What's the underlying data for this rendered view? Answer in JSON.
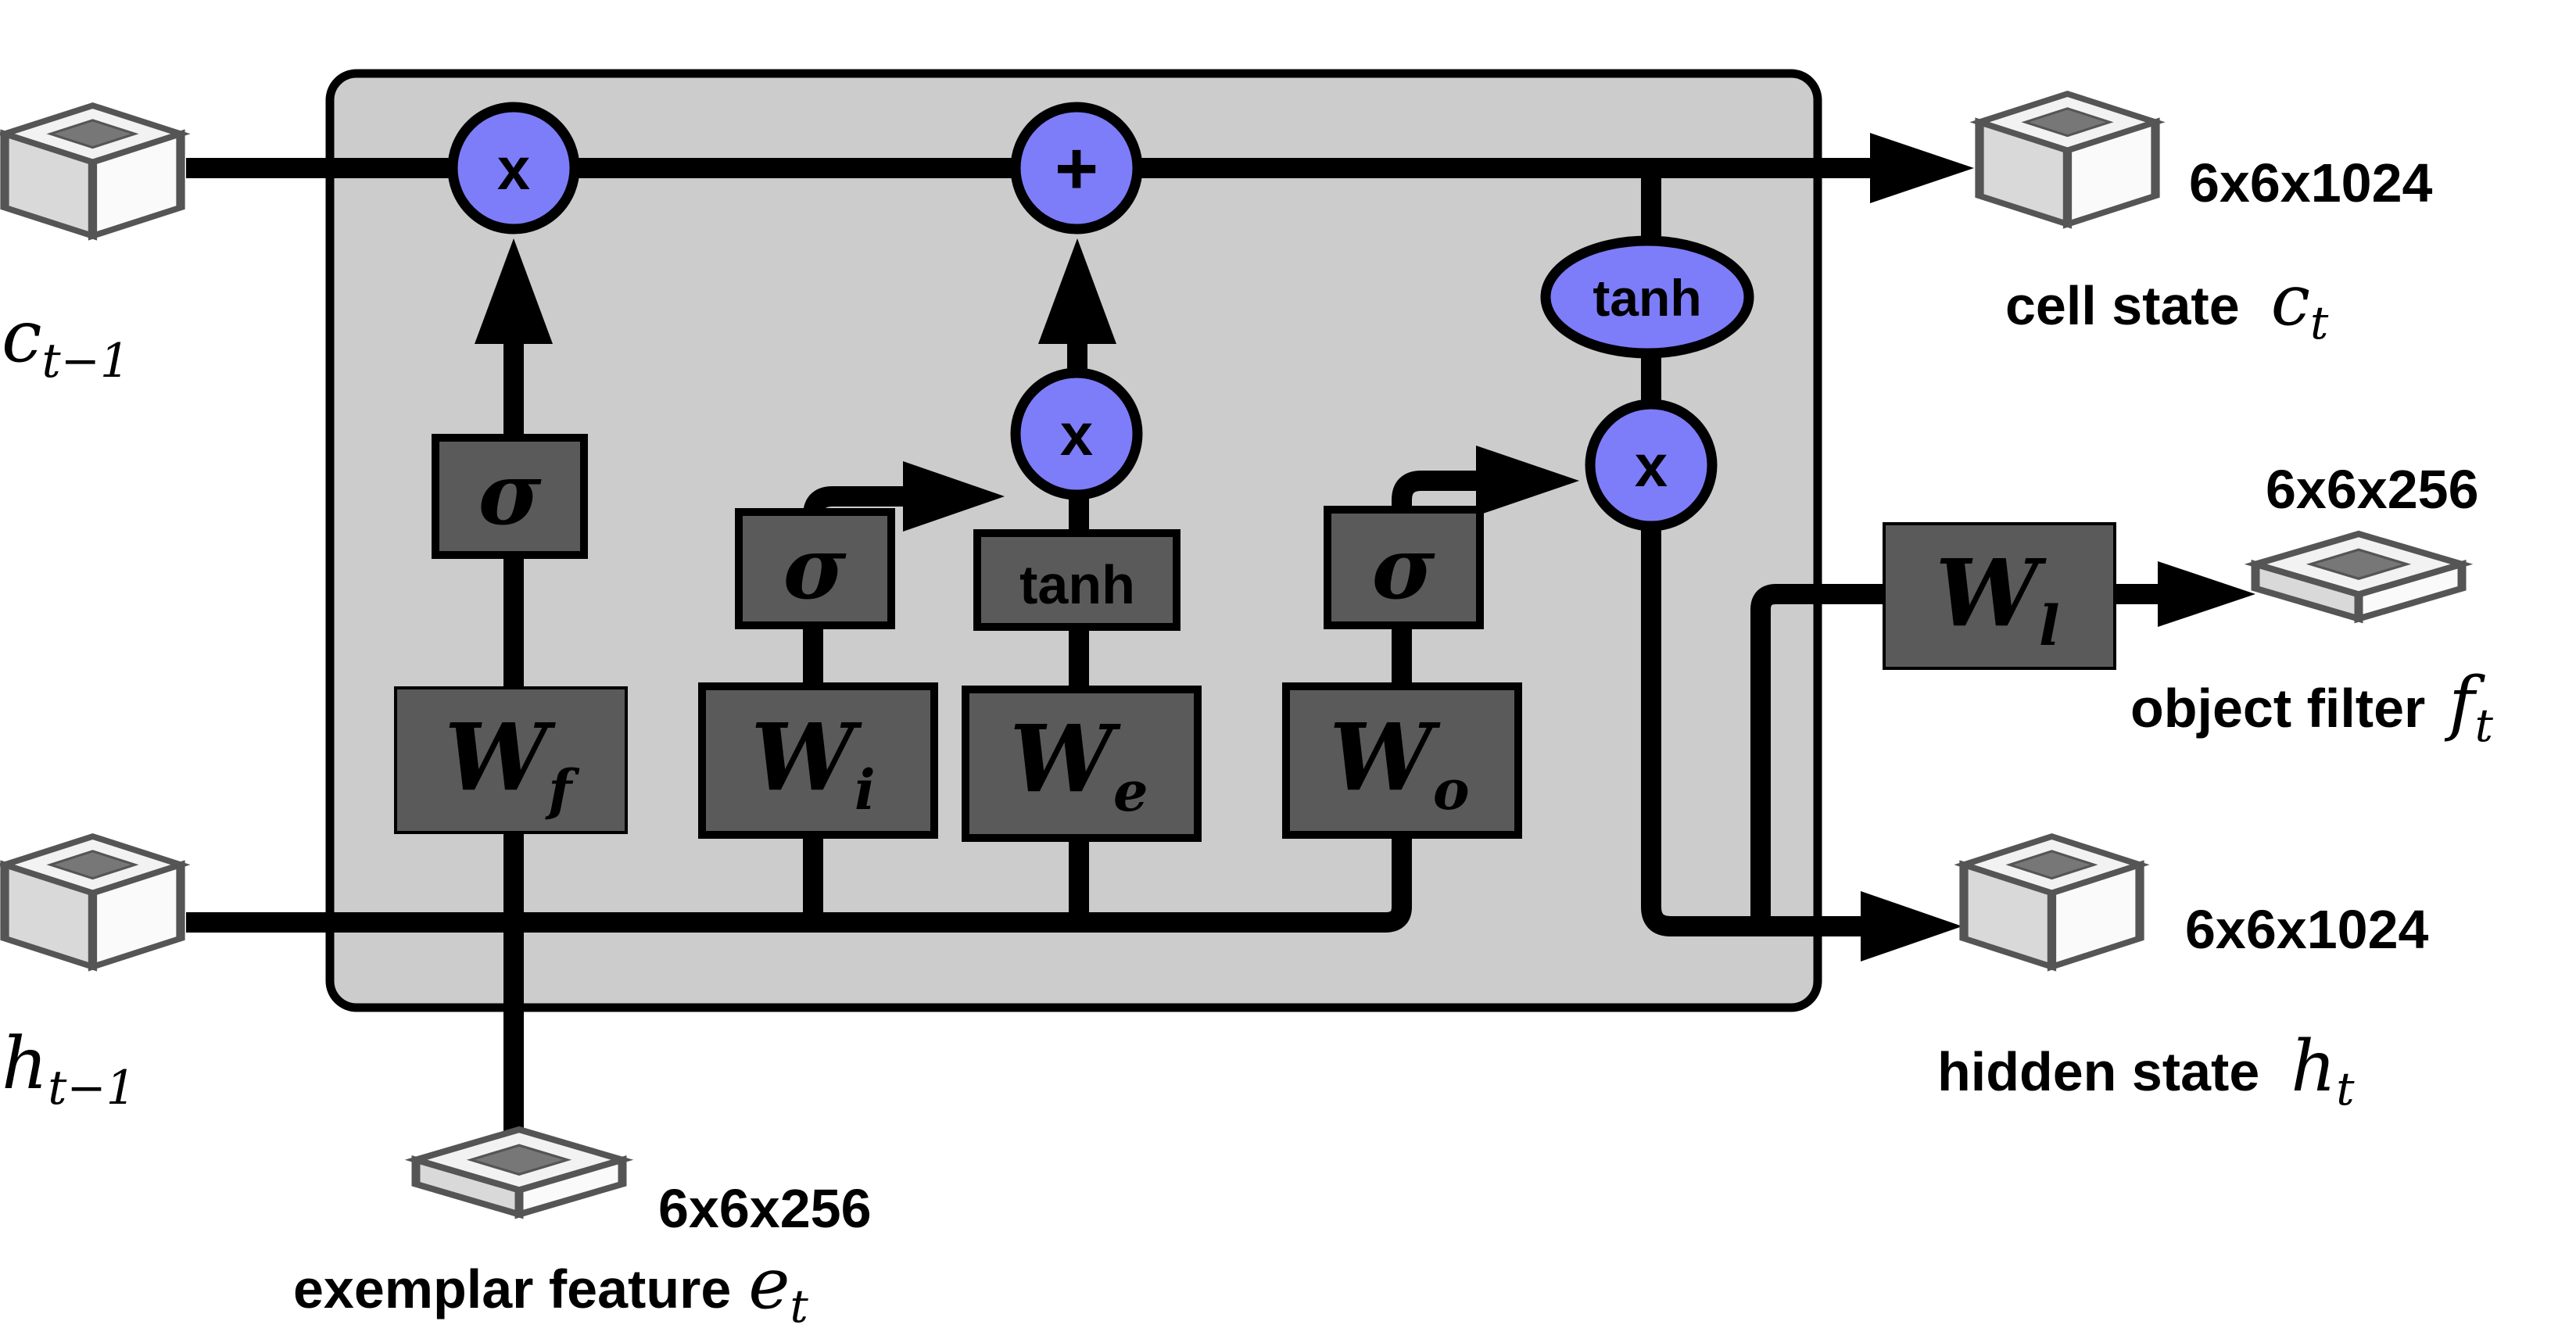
{
  "colors": {
    "cell_background": "#cccccc",
    "gate_circle": "#7d7dfa",
    "weight_box": "#5a5a5a",
    "line": "#000000"
  },
  "inputs": {
    "prev_cell": "c",
    "prev_cell_sub": "t−1",
    "prev_hidden": "h",
    "prev_hidden_sub": "t−1"
  },
  "exemplar": {
    "size": "6x6x256",
    "label": "exemplar feature",
    "symbol": "e",
    "symbol_sub": "t"
  },
  "outputs": {
    "cell_size": "6x6x1024",
    "cell_label": "cell state",
    "cell_symbol": "c",
    "cell_symbol_sub": "t",
    "filter_size": "6x6x256",
    "filter_label": "object filter",
    "filter_symbol": "f",
    "filter_symbol_sub": "t",
    "hidden_size": "6x6x1024",
    "hidden_label": "hidden state",
    "hidden_symbol": "h",
    "hidden_symbol_sub": "t"
  },
  "ops": {
    "multiply": "x",
    "add": "+",
    "tanh": "tanh",
    "sigma": "σ"
  },
  "weights": {
    "forget": "W",
    "forget_sub": "f",
    "input": "W",
    "input_sub": "i",
    "exemplar": "W",
    "exemplar_sub": "e",
    "output": "W",
    "output_sub": "o",
    "filter": "W",
    "filter_sub": "l"
  }
}
